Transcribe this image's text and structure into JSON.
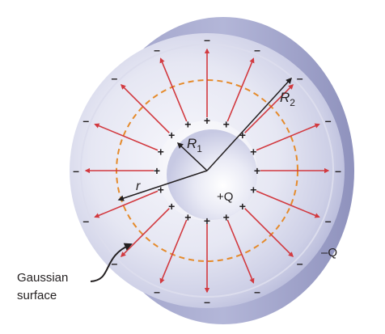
{
  "labels": {
    "r1_main": "R",
    "r1_sub": "1",
    "r2_main": "R",
    "r2_sub": "2",
    "r": "r",
    "inner_charge": "+Q",
    "outer_charge": "–Q",
    "gaussian_line1": "Gaussian",
    "gaussian_line2": "surface"
  },
  "signs": {
    "inner": "+",
    "outer": "–"
  },
  "colors": {
    "field_arrow": "#d2393f",
    "gaussian_surface": "#e58b2c",
    "radius_arrow": "#231f20",
    "shell": "#c3c5e3",
    "inner_sphere": "#d9dbee"
  }
}
